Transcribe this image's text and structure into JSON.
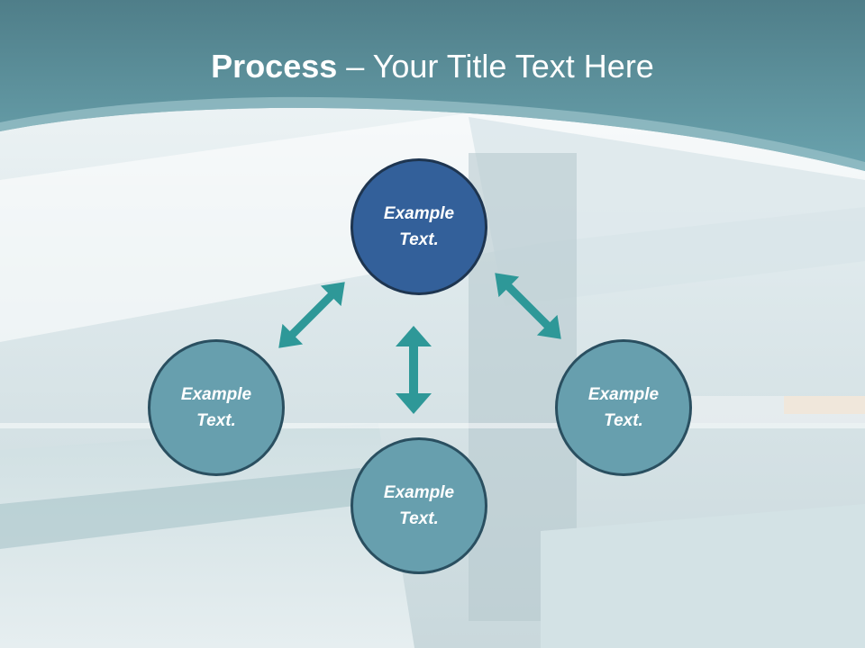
{
  "slide": {
    "title_bold": "Process",
    "title_rest": " – Your Title Text Here"
  },
  "diagram": {
    "nodes": [
      {
        "id": "top",
        "text": "Example Text."
      },
      {
        "id": "left",
        "text": "Example Text."
      },
      {
        "id": "right",
        "text": "Example Text."
      },
      {
        "id": "bottom",
        "text": "Example Text."
      }
    ],
    "connectors": [
      {
        "from": "top",
        "to": "left",
        "style": "double-arrow"
      },
      {
        "from": "top",
        "to": "right",
        "style": "double-arrow"
      },
      {
        "from": "top",
        "to": "bottom",
        "style": "double-arrow"
      }
    ]
  },
  "colors": {
    "header": "#5e97a3",
    "node_primary": "#33609a",
    "node_secondary": "#679fae",
    "arrow": "#2e9898"
  }
}
